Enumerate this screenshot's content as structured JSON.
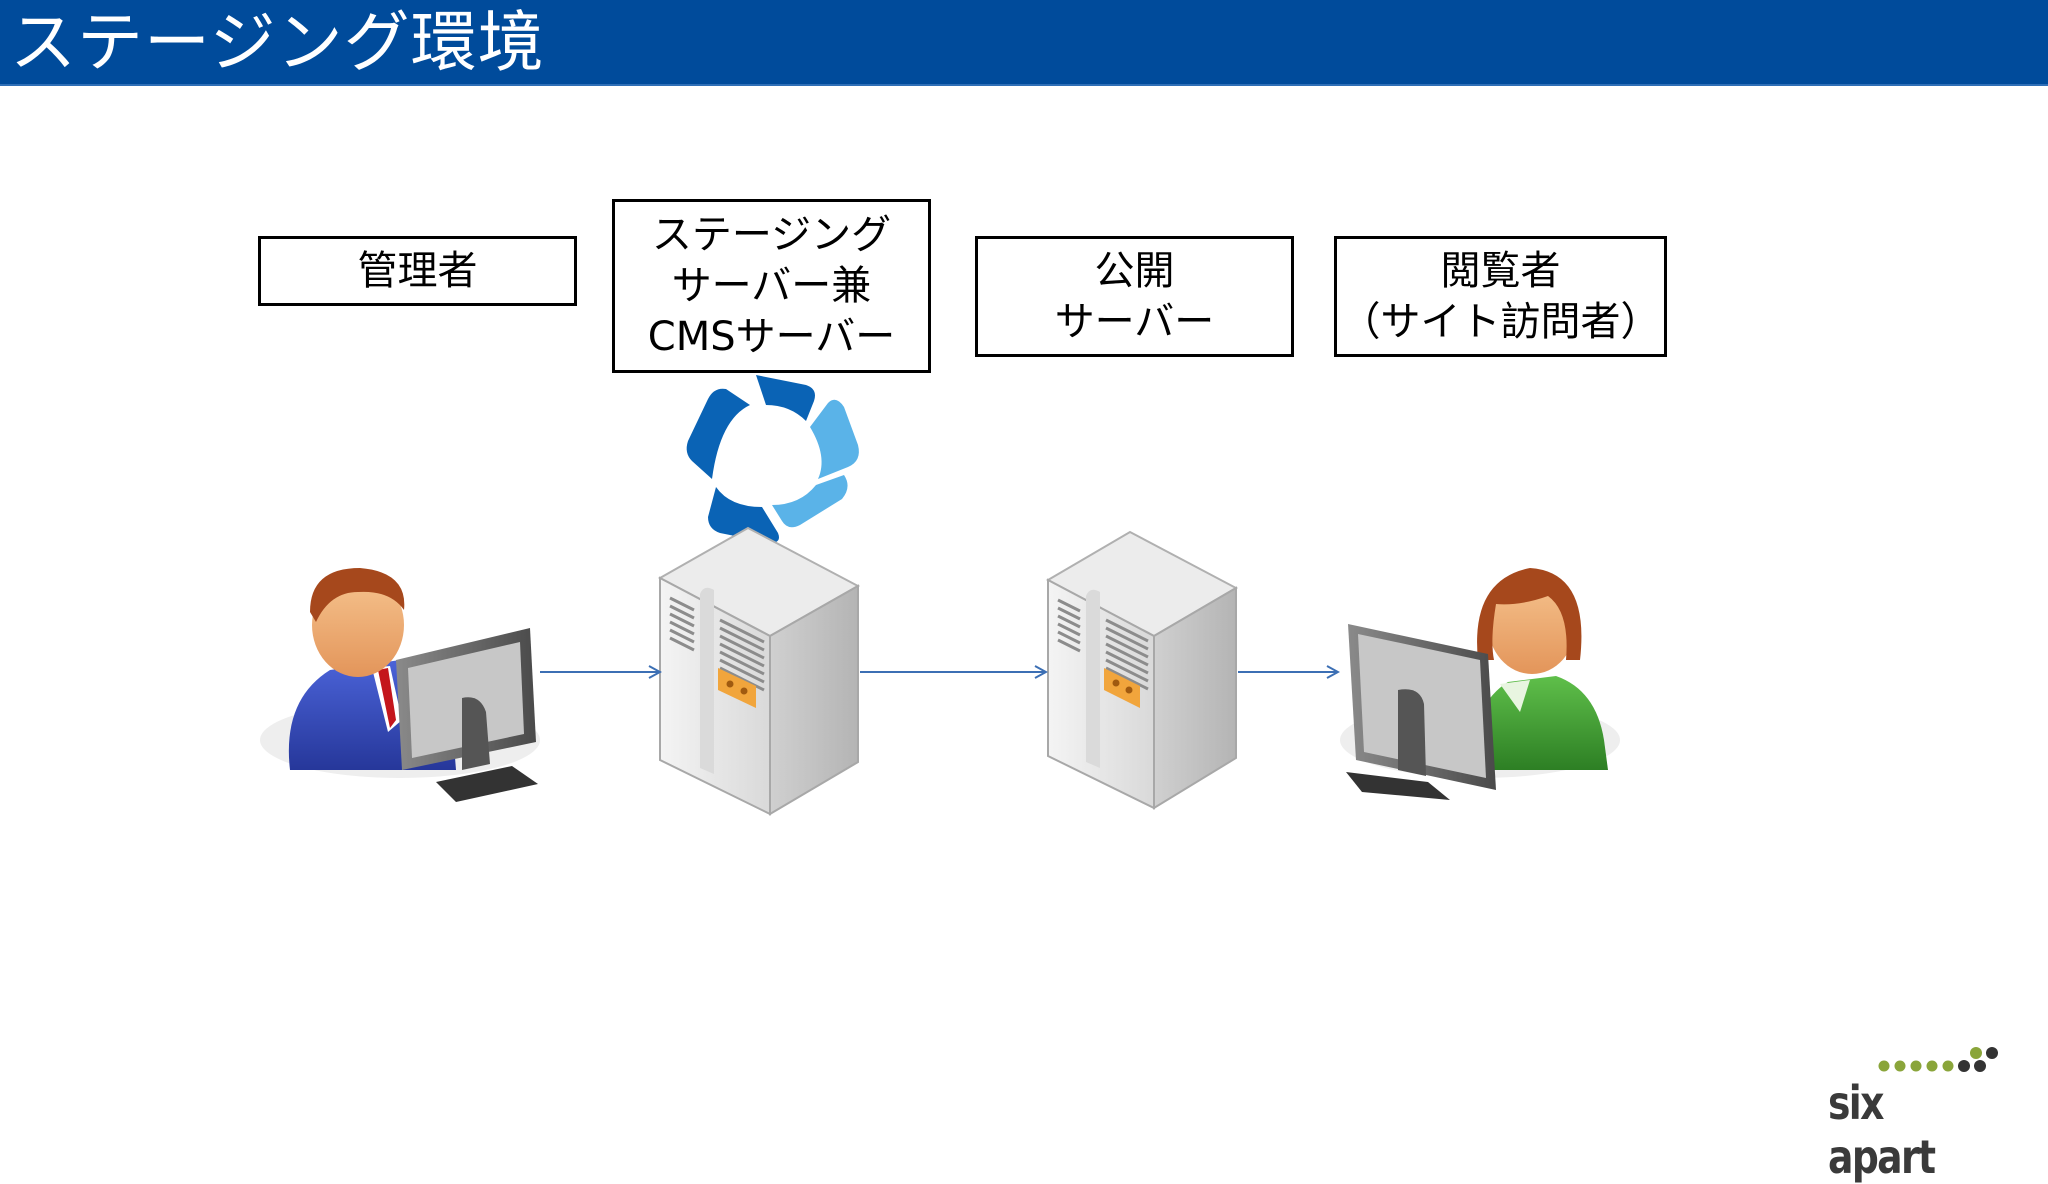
{
  "title": "ステージング環境",
  "labels": {
    "admin": "管理者",
    "staging": "ステージング\nサーバー兼\nCMSサーバー",
    "public": "公開\nサーバー",
    "visitor": "閲覧者\n（サイト訪問者）"
  },
  "brand": {
    "name": "six apart"
  },
  "icons": {
    "cms_logo": "movable-type-logo-icon",
    "admin": "admin-user-computer-icon",
    "staging_server": "server-tower-icon",
    "public_server": "server-tower-icon",
    "visitor": "visitor-user-computer-icon"
  },
  "colors": {
    "title_bar": "#004b9b",
    "title_text": "#ffffff",
    "arrow": "#3c6fb4",
    "logo_dark": "#0a63b5",
    "logo_light": "#5ab3e8",
    "brand_dot_green": "#8aa53a",
    "brand_dot_dark": "#333333"
  }
}
